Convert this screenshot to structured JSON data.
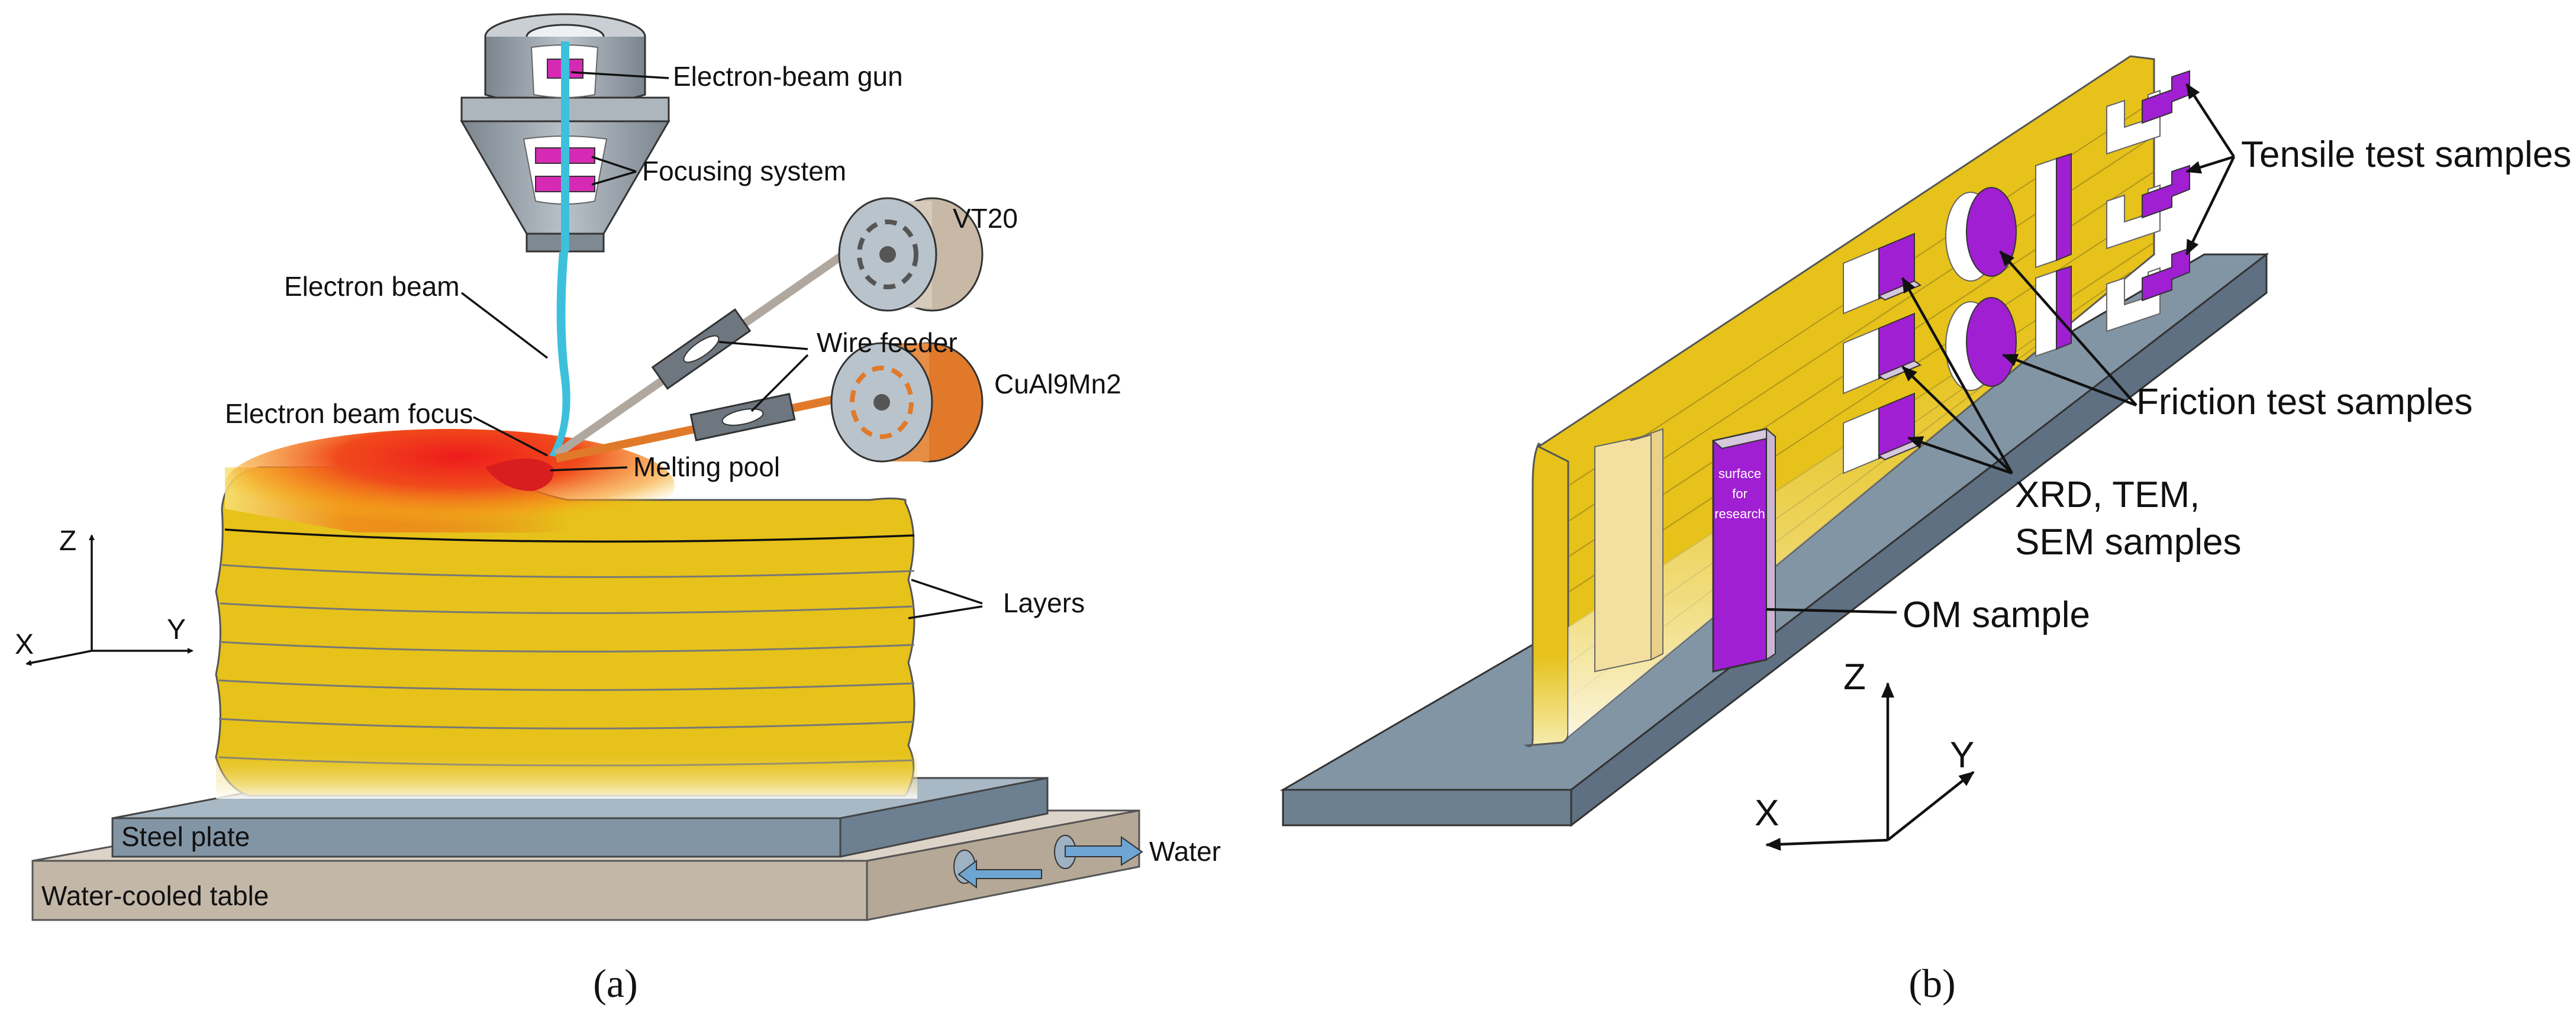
{
  "panel_a": {
    "caption": "(a)",
    "labels": {
      "gun": "Electron-beam gun",
      "focusing": "Focusing system",
      "beam": "Electron beam",
      "beam_focus": "Electron beam focus",
      "feeder": "Wire feeder",
      "wire1": "VT20",
      "wire2": "CuAl9Mn2",
      "pool": "Melting pool",
      "layers": "Layers",
      "plate": "Steel plate",
      "table": "Water-cooled table",
      "water": "Water"
    },
    "axes": {
      "z": "Z",
      "y": "Y",
      "x": "X"
    }
  },
  "panel_b": {
    "caption": "(b)",
    "labels": {
      "tensile": "Tensile test samples",
      "friction": "Friction test samples",
      "xrd_line1": "XRD, TEM,",
      "xrd_line2": "SEM samples",
      "om": "OM sample",
      "surface_1": "surface",
      "surface_2": "for",
      "surface_3": "research"
    },
    "axes": {
      "z": "Z",
      "y": "Y",
      "x": "X"
    }
  },
  "colors": {
    "deposit_yellow": "#e6c21a",
    "melt_red": "#ee2a1c",
    "plate_gray": "#8295a5",
    "table_tan": "#c3b7a8",
    "sample_purple": "#a01fd2",
    "beam_cyan": "#3cc0dc",
    "copper_wire": "#e07a2a",
    "gun_gray": "#9aa3ab"
  }
}
